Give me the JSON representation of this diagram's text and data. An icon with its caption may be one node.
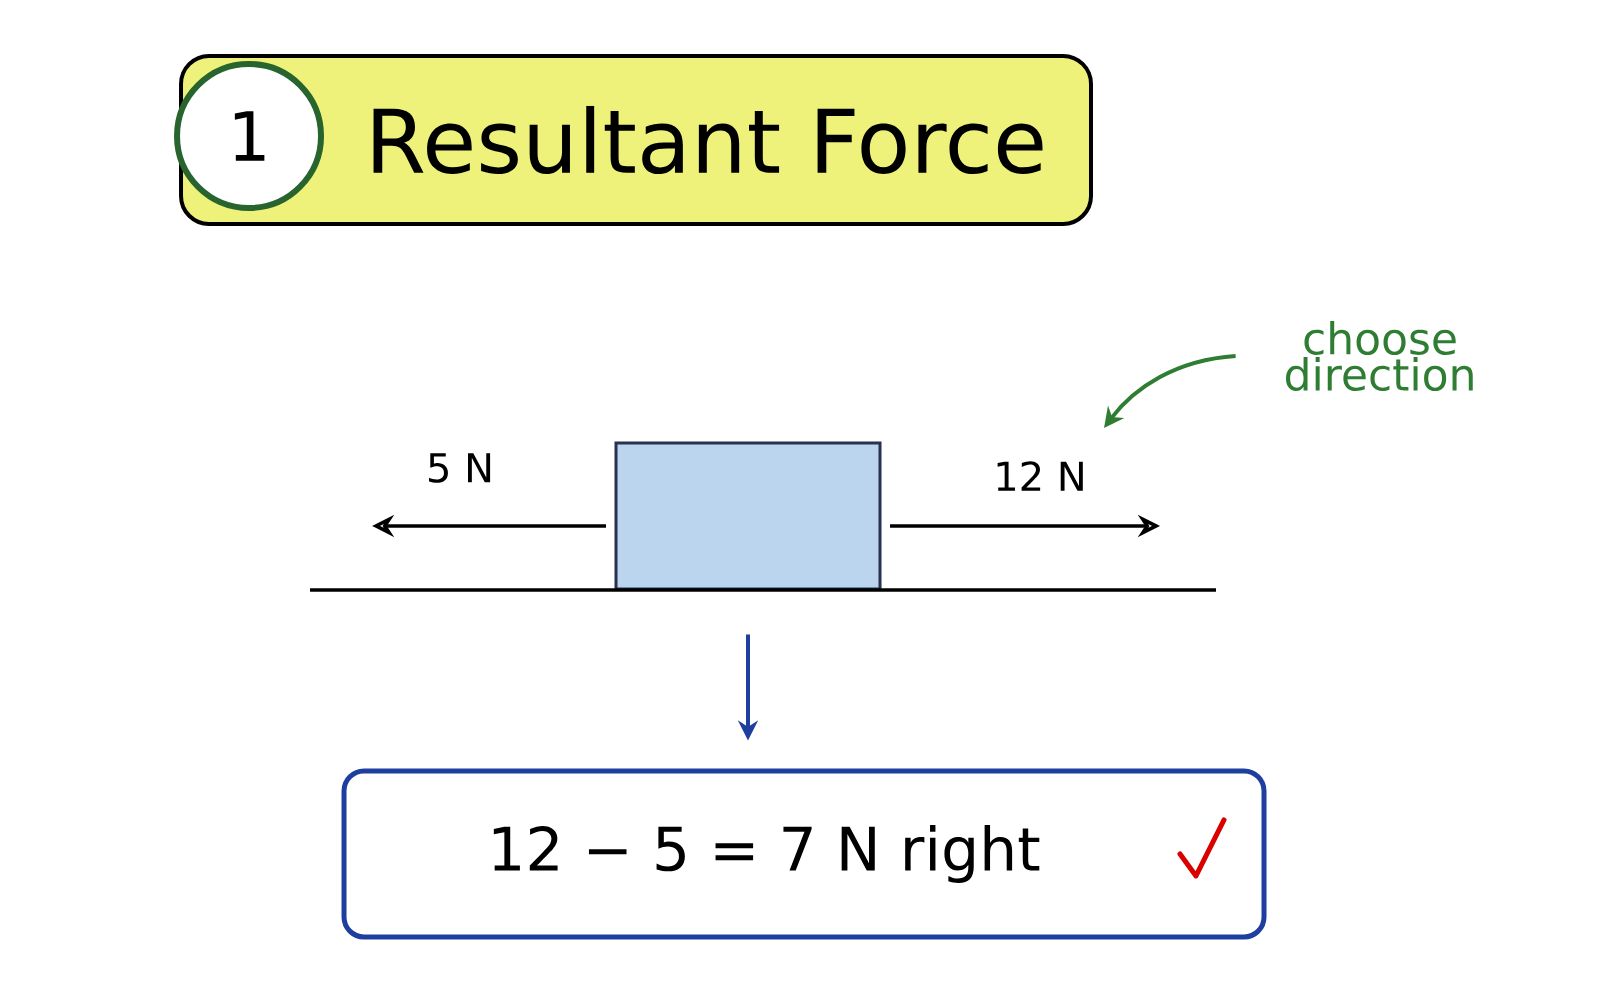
{
  "diagram": {
    "nodes": [
      {
        "text": [
          "Resultant Force"
        ]
      },
      {
        "text": [
          "1"
        ],
        "in": 0
      },
      {
        "text": [
          "choose direction"
        ]
      },
      {
        "text": [],
        "shape": "box"
      },
      {
        "text": [
          "12 − 5 = 7 N right"
        ]
      }
    ],
    "edges": [
      {
        "from": 2,
        "to": null,
        "arrow": "to",
        "color": "#2e7d32"
      },
      {
        "from": 3,
        "to": 4,
        "arrow": "to",
        "color": "#1f3fa0"
      }
    ],
    "labels": [
      "5 N",
      "12 N"
    ]
  }
}
